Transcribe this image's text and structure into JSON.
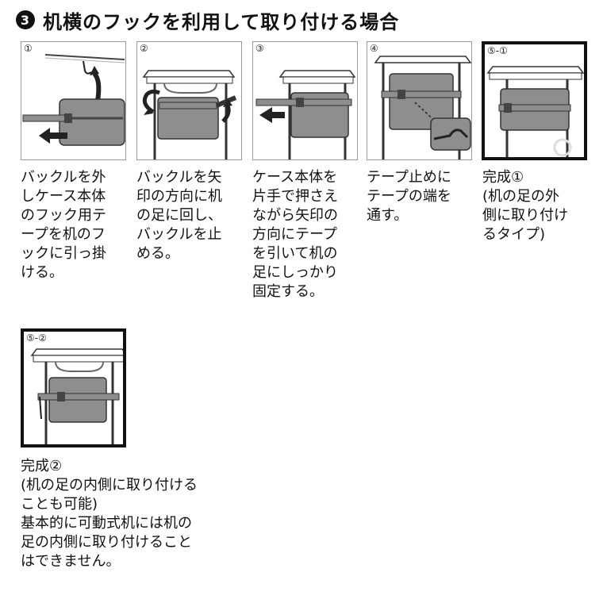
{
  "page": {
    "title": "机横のフックを利用して取り付ける場合",
    "badge": "3"
  },
  "steps": [
    {
      "number": "①",
      "caption": "バックルを外\nしケース本体\nのフック用テ\nープを机のフ\nックに引っ掛\nける。"
    },
    {
      "number": "②",
      "caption": "バックルを矢\n印の方向に机\nの足に回し、\nバックルを止\nめる。"
    },
    {
      "number": "③",
      "caption": "ケース本体を\n片手で押さえ\nながら矢印の\n方向にテープ\nを引いて机の\n足にしっかり\n固定する。"
    },
    {
      "number": "④",
      "caption": "テープ止めに\nテープの端を\n通す。"
    },
    {
      "number": "⑤-①",
      "caption": "完成①\n(机の足の外\n側に取り付け\nるタイプ)"
    },
    {
      "number": "⑤-②",
      "caption": "完成②\n(机の足の内側に取り付ける\nことも可能)\n基本的に可動式机には机の\n足の内側に取り付けること\nはできません。"
    }
  ],
  "colors": {
    "case_gray": "#8e8e8e",
    "line": "#222222",
    "accent_border": "#111111"
  }
}
